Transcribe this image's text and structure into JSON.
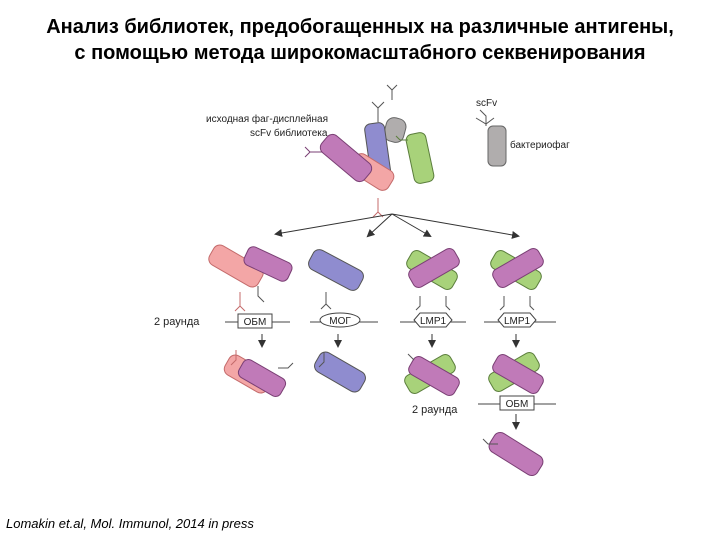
{
  "title": {
    "line1": "Анализ библиотек, предобогащенных на различные антигены,",
    "line2": "с помощью метода широкомасштабного секвенирования"
  },
  "diagram": {
    "library_label_line1": "исходная фаг-дисплейная",
    "library_label_line2": "scFv библиотека",
    "legend_scfv": "scFv",
    "legend_phage": "бактериофаг",
    "round2_left": "2 раунда",
    "round2_bottom": "2 раунда",
    "antigens": [
      "ОБМ",
      "МОГ",
      "LMP1",
      "LMP1"
    ],
    "antigen_bottom": "ОБМ"
  },
  "colors": {
    "purple": "#c07ab8",
    "blue": "#8f8ccf",
    "green": "#a8d27a",
    "pink": "#f3a6a6",
    "gray": "#b0adad",
    "scfv_dark": "#6a6a6a"
  },
  "citation": "Lomakin et.al, Mol. Immunol, 2014 in press"
}
